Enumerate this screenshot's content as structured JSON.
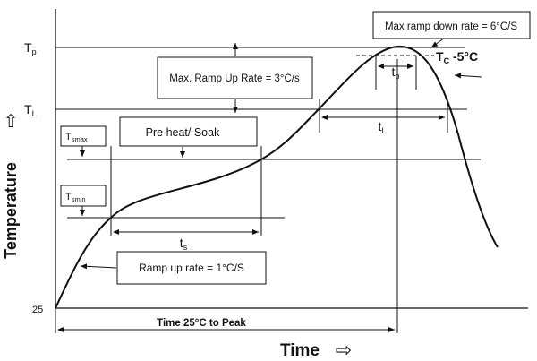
{
  "axes": {
    "x_title": "Time",
    "x_arrow": "⇨",
    "y_title": "Temperature",
    "y_arrow": "⇧",
    "y_origin": "25"
  },
  "levels": {
    "tp_main": "T",
    "tp_sub": "p",
    "tl_main": "T",
    "tl_sub": "L",
    "tsmax_main": "T",
    "tsmax_sub": "smax",
    "tsmin_main": "T",
    "tsmin_sub": "smin",
    "tc_main": "T",
    "tc_sub": "C",
    "tc_suffix": " -5°C"
  },
  "boxes": {
    "ramp_down": "Max ramp down rate = 6°C/S",
    "ramp_up_max": "Max. Ramp Up Rate = 3°C/s",
    "preheat": "Pre heat/ Soak",
    "ramp_up": "Ramp up rate = 1°C/S"
  },
  "intervals": {
    "ts_main": "t",
    "ts_sub": "s",
    "tl_main": "t",
    "tl_sub": "L",
    "tp_main": "t",
    "tp_sub": "p",
    "time_to_peak": "Time 25°C to Peak"
  }
}
